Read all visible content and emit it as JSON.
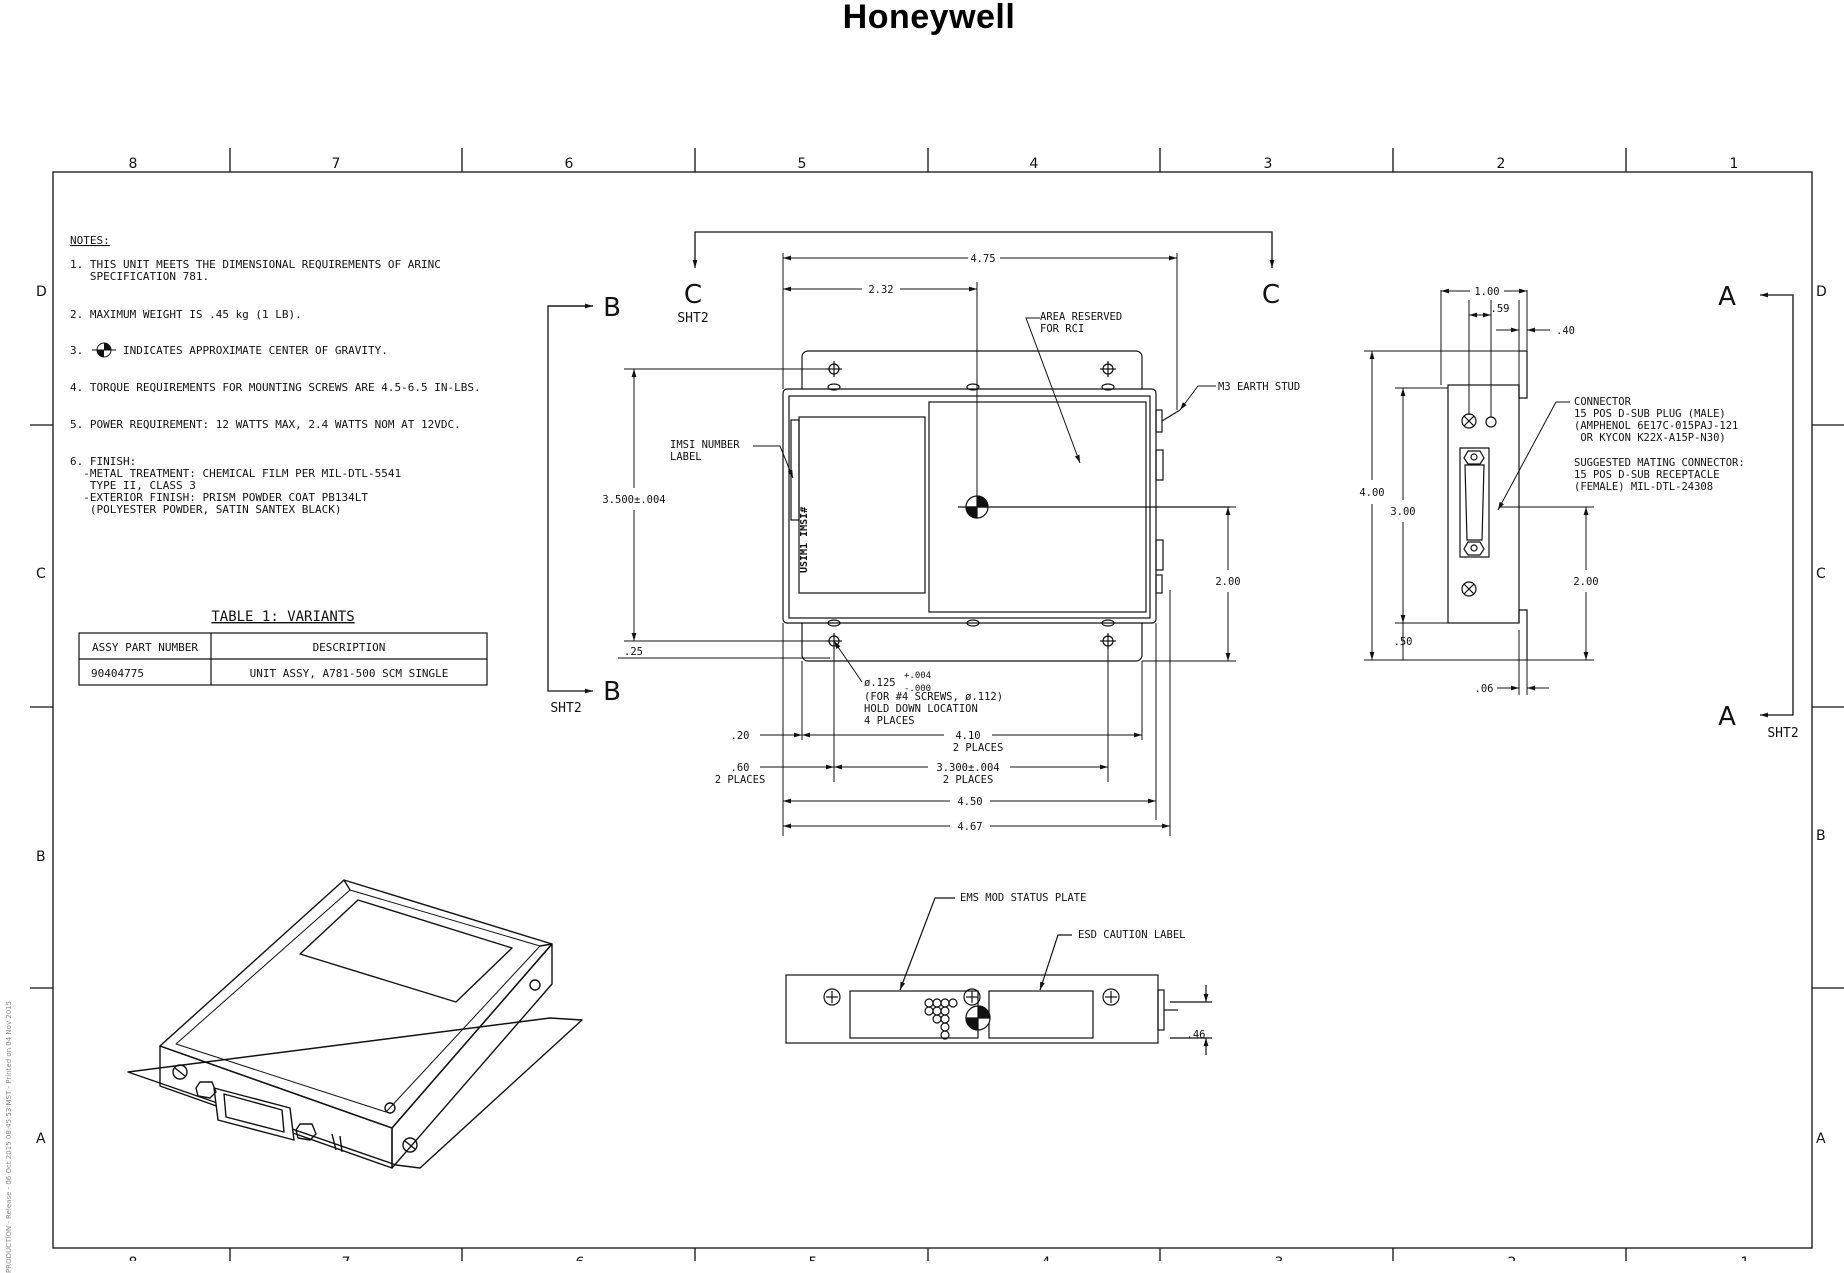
{
  "brand": "Honeywell",
  "stamp": "PRODUCTION - Release - 06 Oct 2015 08:45:53 MST - Printed on 04 Nov 2015",
  "zones_top": [
    "8",
    "7",
    "6",
    "5",
    "4",
    "3",
    "2",
    "1"
  ],
  "zones_side": [
    "D",
    "C",
    "B",
    "A"
  ],
  "notes": {
    "heading": "NOTES:",
    "items": [
      [
        "1. THIS UNIT MEETS THE DIMENSIONAL REQUIREMENTS OF ARINC",
        "   SPECIFICATION 781."
      ],
      [
        "2. MAXIMUM WEIGHT IS .45 kg (1 LB)."
      ],
      [
        "3.      INDICATES APPROXIMATE CENTER OF GRAVITY."
      ],
      [
        "4. TORQUE REQUIREMENTS FOR MOUNTING SCREWS ARE 4.5-6.5 IN-LBS."
      ],
      [
        "5. POWER REQUIREMENT: 12 WATTS MAX, 2.4 WATTS NOM AT 12VDC."
      ],
      [
        "6. FINISH:",
        "  -METAL TREATMENT: CHEMICAL FILM PER MIL-DTL-5541",
        "   TYPE II, CLASS 3",
        "  -EXTERIOR FINISH: PRISM POWDER COAT PB134LT",
        "   (POLYESTER POWDER, SATIN SANTEX BLACK)"
      ]
    ]
  },
  "table": {
    "title": "TABLE 1: VARIANTS",
    "headers": [
      "ASSY PART NUMBER",
      "DESCRIPTION"
    ],
    "rows": [
      [
        "90404775",
        "UNIT ASSY, A781-500 SCM SINGLE"
      ]
    ]
  },
  "section_labels": {
    "c": "C",
    "b": "B",
    "a": "A",
    "sht2": "SHT2"
  },
  "top_view": {
    "dims": {
      "d475": "4.75",
      "d232": "2.32",
      "d3500": "3.500±.004",
      "d025": ".25",
      "d200": "2.00",
      "d020": ".20",
      "d410": "4.10",
      "d410b": "2 PLACES",
      "d060": ".60",
      "d060b": "2 PLACES",
      "d3300": "3.300±.004",
      "d3300b": "2 PLACES",
      "d450": "4.50",
      "d467": "4.67"
    },
    "hole_note": [
      "ø.125",
      "+.004",
      "-.000",
      "(FOR #4 SCREWS, ø.112)",
      "HOLD DOWN LOCATION",
      "4 PLACES"
    ],
    "callouts": {
      "rci": [
        "AREA RESERVED",
        "FOR RCI"
      ],
      "imsi": [
        "IMSI NUMBER",
        "LABEL"
      ],
      "earth": "M3 EARTH STUD",
      "label_text": "USIM1 IMSI#"
    }
  },
  "side_view": {
    "dims": {
      "d100": "1.00",
      "d059": ".59",
      "d040": ".40",
      "d400": "4.00",
      "d300": "3.00",
      "d200": "2.00",
      "d050": ".50",
      "d006": ".06"
    },
    "connector": [
      "CONNECTOR",
      "15 POS D-SUB PLUG (MALE)",
      "(AMPHENOL 6E17C-015PAJ-121",
      " OR KYCON K22X-A15P-N30)"
    ],
    "mating": [
      "SUGGESTED MATING CONNECTOR:",
      "15 POS D-SUB RECEPTACLE",
      "(FEMALE) MIL-DTL-24308"
    ]
  },
  "front_view": {
    "ems": "EMS MOD STATUS PLATE",
    "esd": "ESD CAUTION LABEL",
    "d046": ".46"
  }
}
